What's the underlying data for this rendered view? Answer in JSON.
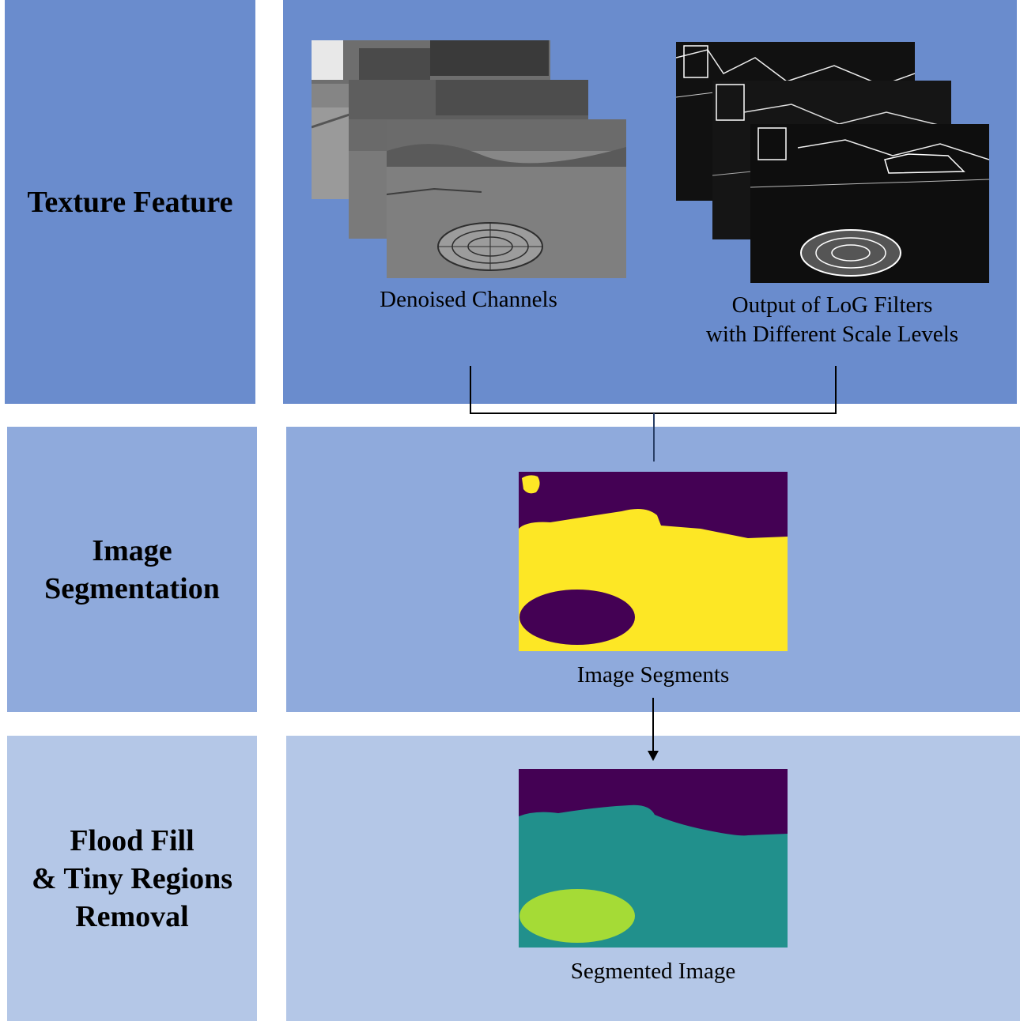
{
  "rows": [
    {
      "label": "Texture Feature"
    },
    {
      "label": "Image\nSegmentation"
    },
    {
      "label": "Flood Fill\n& Tiny Regions\nRemoval"
    }
  ],
  "captions": {
    "denoised": "Denoised Channels",
    "log": "Output of LoG Filters\nwith Different Scale Levels",
    "segments": "Image Segments",
    "segmented": "Segmented Image"
  },
  "colors": {
    "row1": "#6a8ccd",
    "row2": "#8faadc",
    "row3": "#b4c7e7",
    "segment_purple": "#440154",
    "segment_yellow": "#fde725",
    "segment_teal": "#21908c",
    "segment_lime": "#a5db36"
  }
}
